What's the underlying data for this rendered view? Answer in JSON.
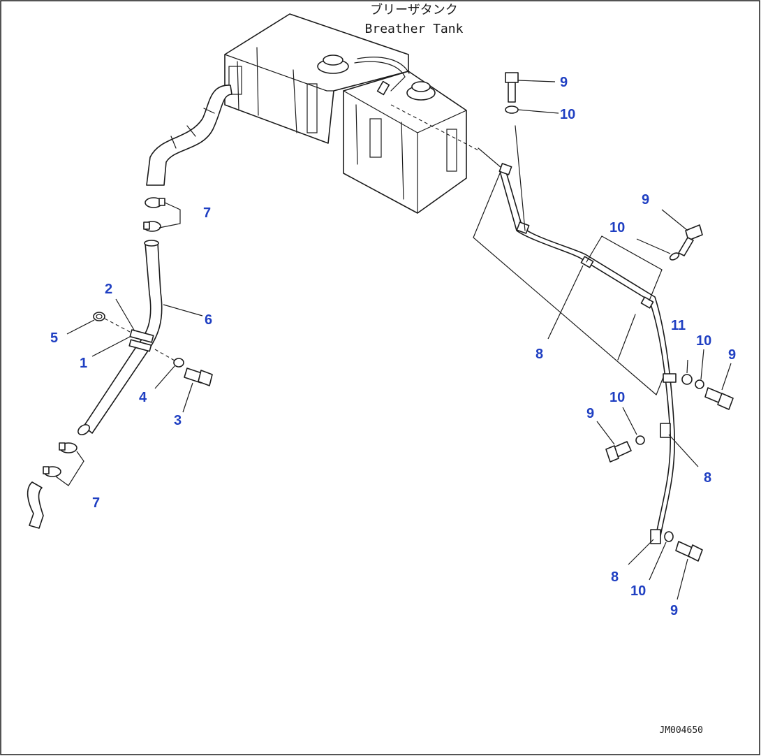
{
  "title": {
    "japanese": "ブリーザタンク",
    "english": "Breather Tank"
  },
  "drawing_code": "JM004650",
  "colors": {
    "callout": "#1f3fc2",
    "line": "#1a1a1a",
    "background": "#ffffff"
  },
  "callouts": {
    "c1": "1",
    "c2": "2",
    "c3": "3",
    "c4": "4",
    "c5": "5",
    "c6": "6",
    "c7a": "7",
    "c7b": "7",
    "c8a": "8",
    "c8b": "8",
    "c8c": "8",
    "c9a": "9",
    "c9b": "9",
    "c9c": "9",
    "c9d": "9",
    "c9e": "9",
    "c10a": "10",
    "c10b": "10",
    "c10c": "10",
    "c10d": "10",
    "c10e": "10",
    "c11": "11"
  }
}
